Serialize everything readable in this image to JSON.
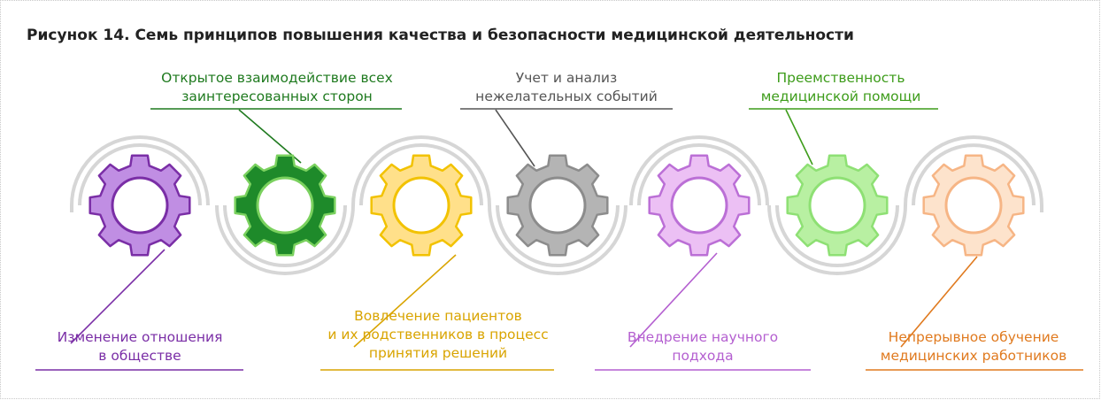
{
  "title": "Рисунок 14. Семь принципов повышения качества и безопасности медицинской деятельности",
  "principles": [
    {
      "lines": [
        "Изменение отношения",
        "в обществе"
      ],
      "color": "#7a2ea6",
      "gear_fill": "#c08ee3",
      "gear_stroke": "#7a2ea6"
    },
    {
      "lines": [
        "Открытое взаимодействие всех",
        "заинтересованных сторон"
      ],
      "color": "#1f7a1f",
      "gear_fill": "#1e8a2a",
      "gear_stroke": "#7ad15e"
    },
    {
      "lines": [
        "Вовлечение пациентов",
        "и их родственников в процесс",
        "принятия решений"
      ],
      "color": "#d9a400",
      "gear_fill": "#ffe08a",
      "gear_stroke": "#f2c200"
    },
    {
      "lines": [
        "Учет и анализ",
        "нежелательных событий"
      ],
      "color": "#555555",
      "gear_fill": "#b4b4b4",
      "gear_stroke": "#8c8c8c"
    },
    {
      "lines": [
        "Внедрение научного",
        "подхода"
      ],
      "color": "#b45fd0",
      "gear_fill": "#ecc0f4",
      "gear_stroke": "#bb6fd6"
    },
    {
      "lines": [
        "Преемственность",
        "медицинской помощи"
      ],
      "color": "#3d9c1a",
      "gear_fill": "#b8f0a2",
      "gear_stroke": "#8ee074"
    },
    {
      "lines": [
        "Непрерывное обучение",
        "медицинских работников"
      ],
      "color": "#e07a1f",
      "gear_fill": "#fde3cc",
      "gear_stroke": "#f6b585"
    }
  ],
  "track_color": "#d6d6d6"
}
